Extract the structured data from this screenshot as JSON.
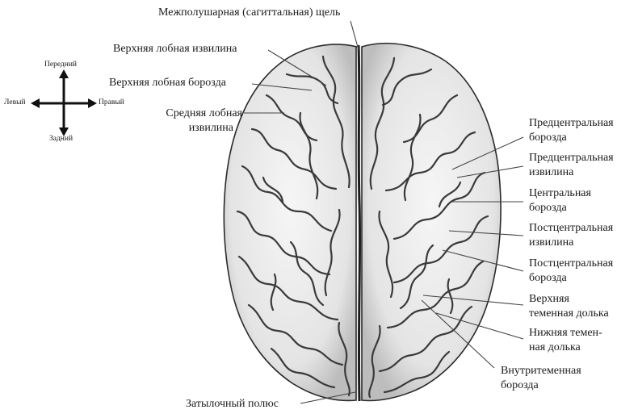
{
  "compass": {
    "front": "Передний",
    "back": "Задний",
    "left": "Левый",
    "right": "Правый"
  },
  "labels": {
    "fissure": "Межполушарная (сагиттальная) щель",
    "sup_frontal_gyrus": "Верхняя лобная извилина",
    "sup_frontal_sulcus": "Верхняя лобная борозда",
    "mid_frontal_gyrus_1": "Средняя лобная",
    "mid_frontal_gyrus_2": "извилина",
    "precentral_sulcus_1": "Предцентральная",
    "precentral_sulcus_2": "борозда",
    "precentral_gyrus_1": "Предцентральная",
    "precentral_gyrus_2": "извилина",
    "central_sulcus_1": "Центральная",
    "central_sulcus_2": "борозда",
    "postcentral_gyrus_1": "Постцентральная",
    "postcentral_gyrus_2": "извилина",
    "postcentral_sulcus_1": "Постцентральная",
    "postcentral_sulcus_2": "борозда",
    "sup_parietal_1": "Верхняя",
    "sup_parietal_2": "теменная долька",
    "inf_parietal_1": "Нижняя темен-",
    "inf_parietal_2": "ная долька",
    "intraparietal_1": "Внутритеменная",
    "intraparietal_2": "борозда",
    "occipital_pole": "Затылочный полюс"
  },
  "colors": {
    "brain_fill": "#ececec",
    "brain_stroke": "#2a2a2a",
    "sulcus": "#3a3a3a",
    "leader": "#444444"
  }
}
